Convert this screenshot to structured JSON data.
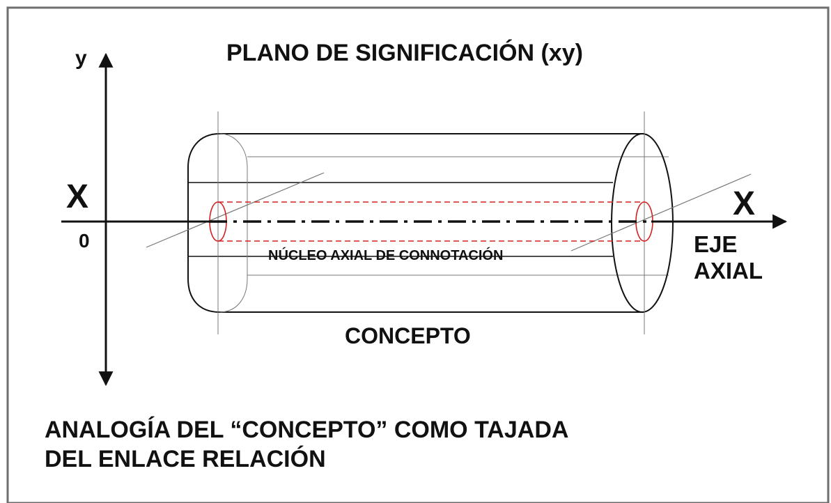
{
  "diagram": {
    "title": "PLANO DE SIGNIFICACIÓN (xy)",
    "axis_y_label": "y",
    "axis_x_label_left": "X",
    "origin_label": "0",
    "axis_x_label_right": "X",
    "axis_name_line1": "EJE",
    "axis_name_line2": "AXIAL",
    "core_label": "NÚCLEO AXIAL DE CONNOTACIÓN",
    "cylinder_label": "CONCEPTO",
    "caption_line1": "ANALOGÍA DEL “CONCEPTO” COMO TAJADA",
    "caption_line2": "DEL ENLACE RELACIÓN"
  },
  "colors": {
    "ink": "#111111",
    "core_red": "#d42020",
    "thin_line": "#777777",
    "frame": "#6e6e6e"
  }
}
